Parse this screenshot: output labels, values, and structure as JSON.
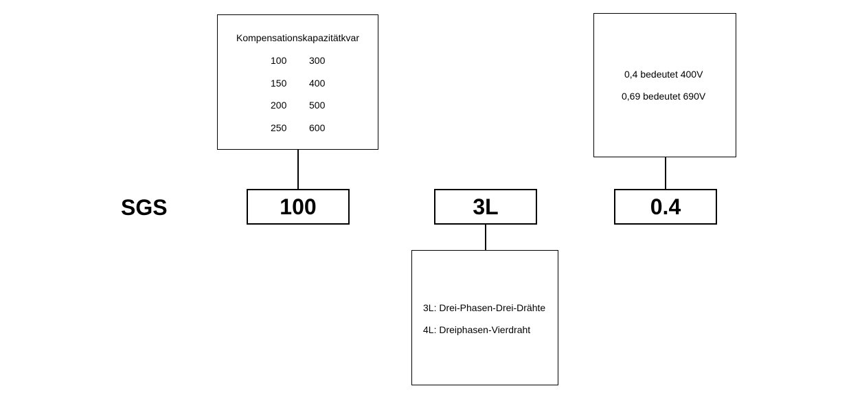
{
  "prefix": "SGS",
  "capacity": {
    "code": "100",
    "title": "Kompensationskapazitätkvar",
    "values": [
      [
        "100",
        "300"
      ],
      [
        "150",
        "400"
      ],
      [
        "200",
        "500"
      ],
      [
        "250",
        "600"
      ]
    ]
  },
  "wiring": {
    "code": "3L",
    "descriptions": [
      "3L: Drei-Phasen-Drei-Drähte",
      "4L: Dreiphasen-Vierdraht"
    ]
  },
  "voltage": {
    "code": "0.4",
    "descriptions": [
      "0,4 bedeutet 400V",
      "0,69 bedeutet 690V"
    ]
  }
}
